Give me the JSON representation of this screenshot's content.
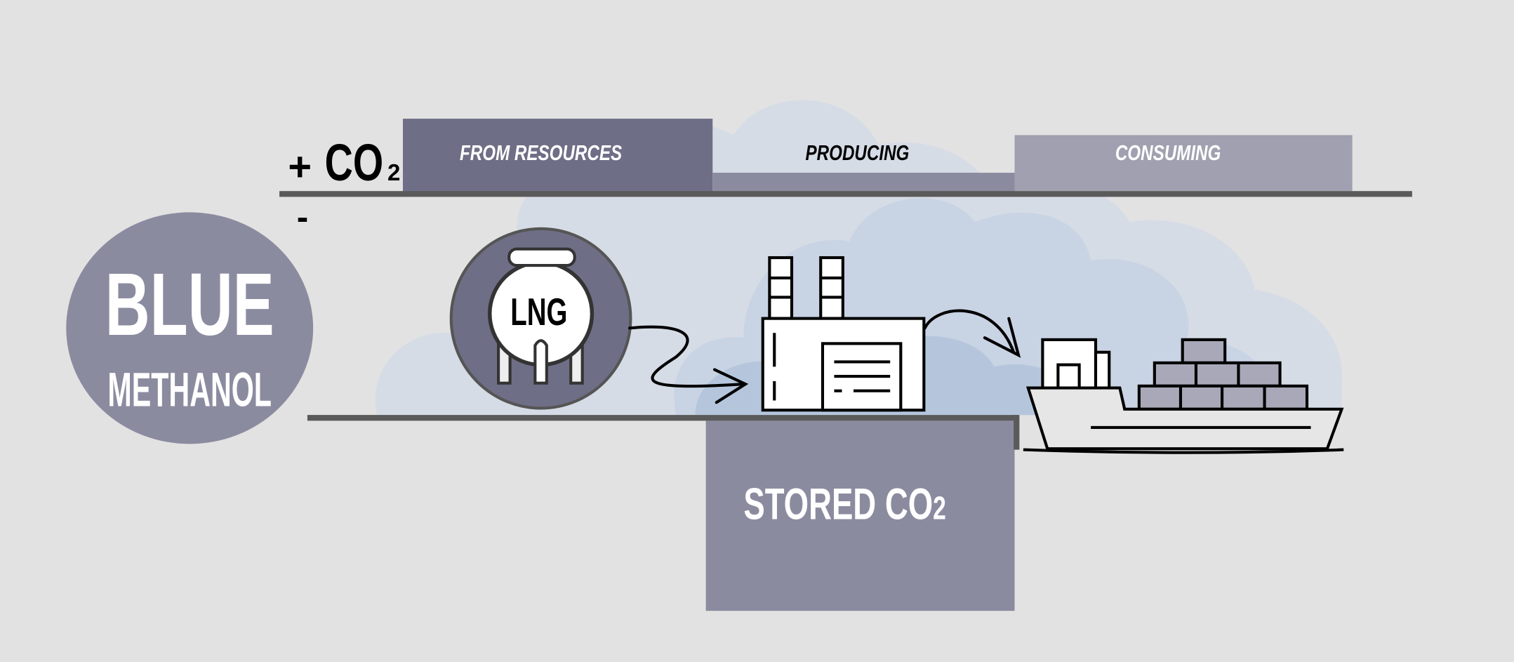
{
  "title": {
    "line1": "BLUE",
    "line2": "METHANOL"
  },
  "axis": {
    "plus": "+",
    "co2": "CO",
    "co2_sub": "2",
    "minus": "-"
  },
  "stages": [
    {
      "label": "FROM RESOURCES",
      "color": "#6e6e86"
    },
    {
      "label": "PRODUCING",
      "color": "#8b8ba0"
    },
    {
      "label": "CONSUMING",
      "color": "#a0a0b0"
    }
  ],
  "stored": {
    "label": "STORED CO",
    "sub": "2",
    "color": "#8b8ba0"
  },
  "lng": {
    "label": "LNG",
    "color": "#6e6e86"
  },
  "icons": [
    "lng-tank-icon",
    "factory-icon",
    "container-ship-icon",
    "arrow-icon",
    "cloud-icon"
  ]
}
